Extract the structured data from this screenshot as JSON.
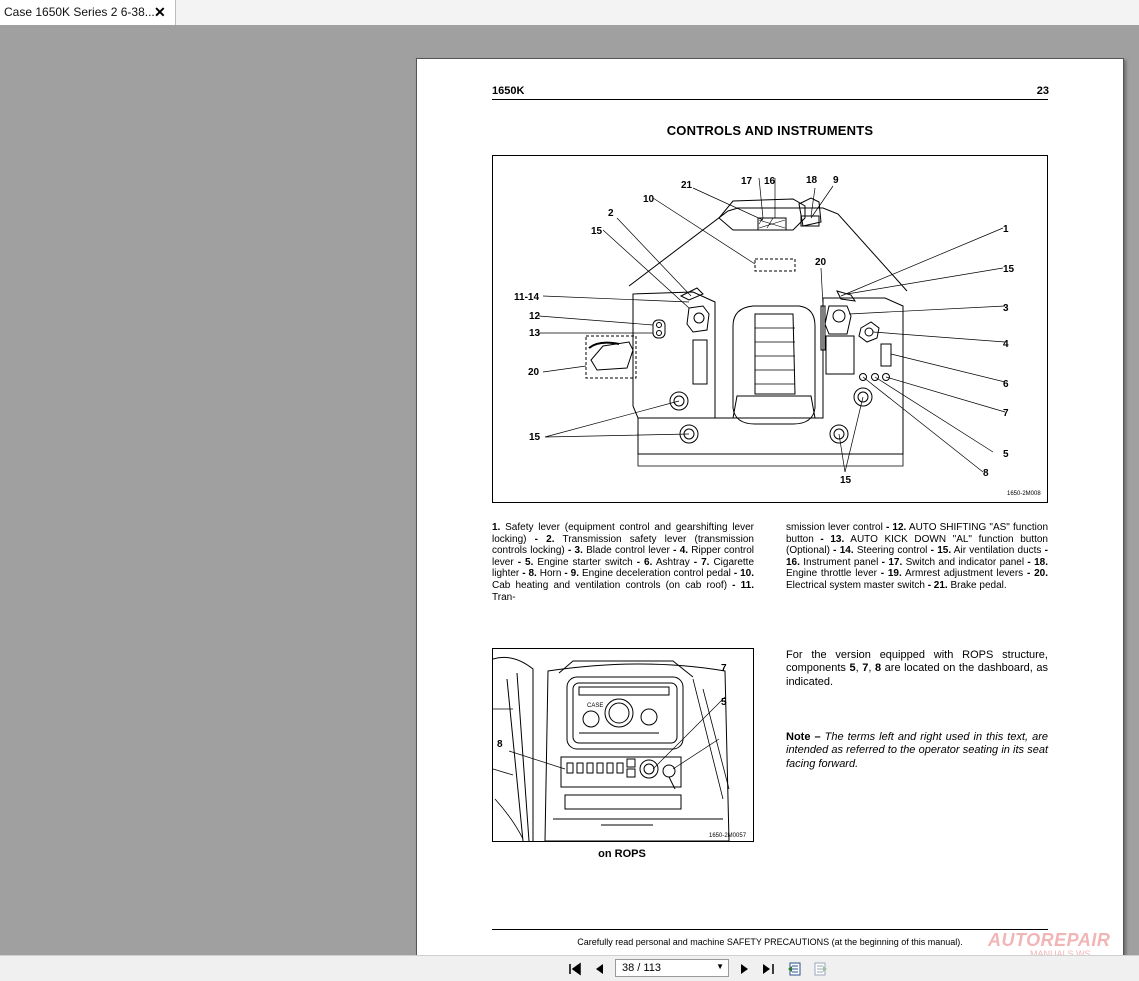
{
  "tab": {
    "title": "Case 1650K Series 2 6-38...",
    "close": "✕"
  },
  "page": {
    "model": "1650K",
    "number": "23",
    "title": "CONTROLS AND INSTRUMENTS",
    "fig1": {
      "labels": {
        "l21": "21",
        "l17": "17",
        "l16": "16",
        "l18": "18",
        "l9": "9",
        "l10": "10",
        "l2": "2",
        "l15a": "15",
        "l1": "1",
        "l20a": "20",
        "l15b": "15",
        "l1114": "11-14",
        "l3": "3",
        "l12": "12",
        "l13": "13",
        "l4": "4",
        "l20b": "20",
        "l6": "6",
        "l7": "7",
        "l15c": "15",
        "l5": "5",
        "l8": "8",
        "l15d": "15"
      },
      "code": "1650-2M008"
    },
    "caption_left": [
      {
        "b": "1.",
        "t": " Safety lever (equipment control and gearshifting lever locking) "
      },
      {
        "b": "- 2.",
        "t": " Transmission safety lever (transmission controls locking) "
      },
      {
        "b": "- 3.",
        "t": " Blade control lever "
      },
      {
        "b": "- 4.",
        "t": " Ripper control lever "
      },
      {
        "b": "- 5.",
        "t": " Engine starter switch "
      },
      {
        "b": "- 6.",
        "t": " Ashtray "
      },
      {
        "b": "- 7.",
        "t": " Cigarette lighter "
      },
      {
        "b": "- 8.",
        "t": " Horn "
      },
      {
        "b": "- 9.",
        "t": " Engine deceleration control pedal "
      },
      {
        "b": "- 10.",
        "t": " Cab heating and ventilation controls (on cab roof) "
      },
      {
        "b": "- 11.",
        "t": " Tran-"
      }
    ],
    "caption_right": [
      {
        "b": "",
        "t": "smission lever control "
      },
      {
        "b": "- 12.",
        "t": " AUTO SHIFTING \"AS\" function button "
      },
      {
        "b": "- 13.",
        "t": " AUTO KICK DOWN \"AL\" function button (Optional) "
      },
      {
        "b": "- 14.",
        "t": " Steering control "
      },
      {
        "b": "- 15.",
        "t": " Air ventilation ducts "
      },
      {
        "b": "- 16.",
        "t": " Instrument panel "
      },
      {
        "b": "- 17.",
        "t": " Switch and indicator panel "
      },
      {
        "b": "- 18.",
        "t": " Engine throttle lever "
      },
      {
        "b": "- 19.",
        "t": " Armrest adjustment levers "
      },
      {
        "b": "- 20.",
        "t": " Electrical system master switch "
      },
      {
        "b": "- 21.",
        "t": " Brake pedal."
      }
    ],
    "fig2": {
      "l7": "7",
      "l5": "5",
      "l8": "8",
      "code": "1650-2M0057",
      "brand": "CASE"
    },
    "fig2_caption": "on ROPS",
    "para": {
      "pre": "For the version equipped with ROPS structure, components ",
      "b1": "5",
      "s1": ", ",
      "b2": "7",
      "s2": ", ",
      "b3": "8",
      "post": " are located on the dashboard, as indicated."
    },
    "note": {
      "label": "Note –",
      "text": " The terms left and right used in this text, are intended as referred to the operator seating in its seat facing forward."
    },
    "footer": "Carefully read personal and machine SAFETY PRECAUTIONS (at the beginning of this manual)."
  },
  "navbar": {
    "page_indicator": "38 / 113"
  },
  "watermark": {
    "main": "AUTOREPAIR",
    "sub": "MANUALS.WS"
  }
}
